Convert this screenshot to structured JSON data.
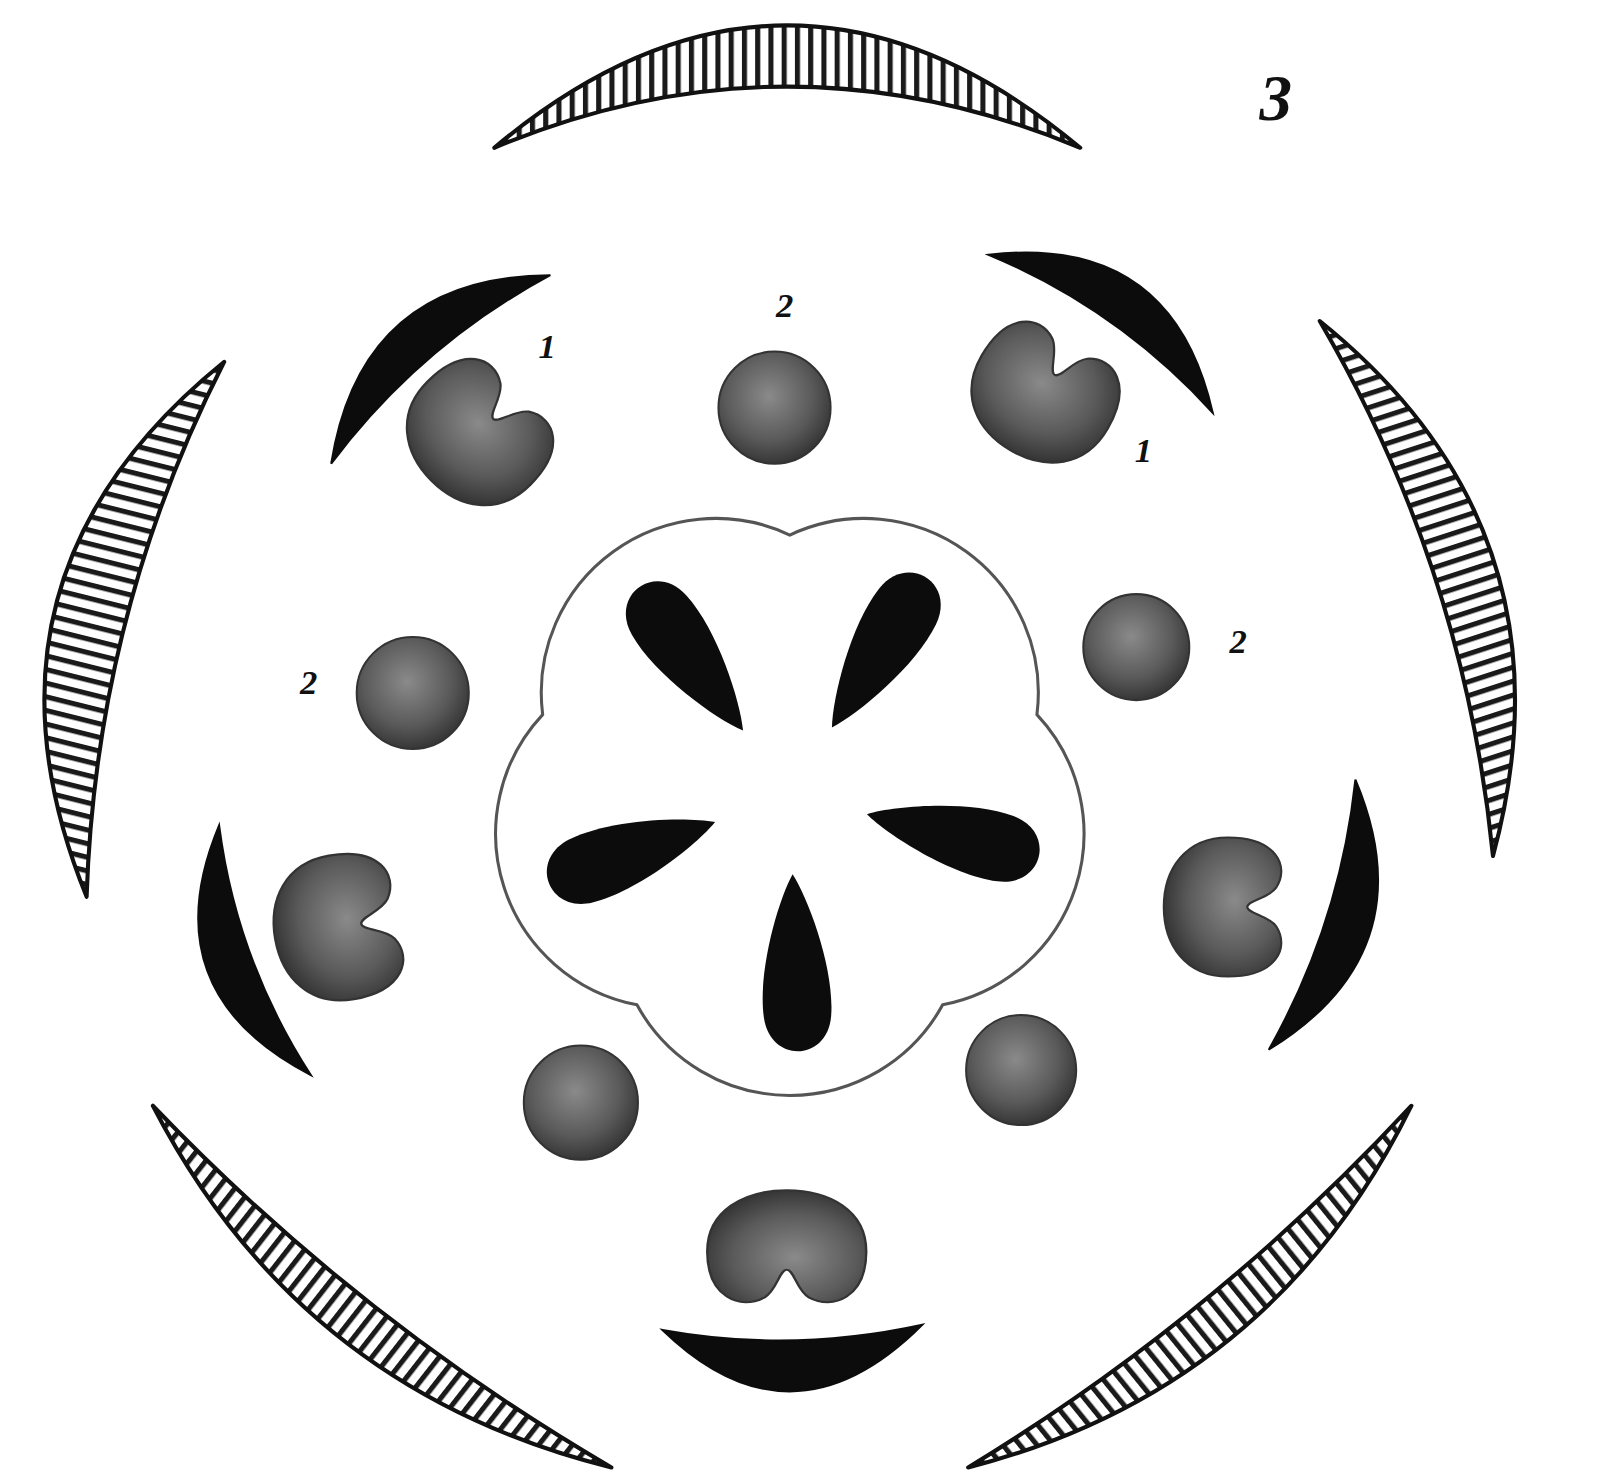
{
  "diagram": {
    "labels": [
      "3",
      "1",
      "2",
      "1",
      "2",
      "2"
    ]
  }
}
